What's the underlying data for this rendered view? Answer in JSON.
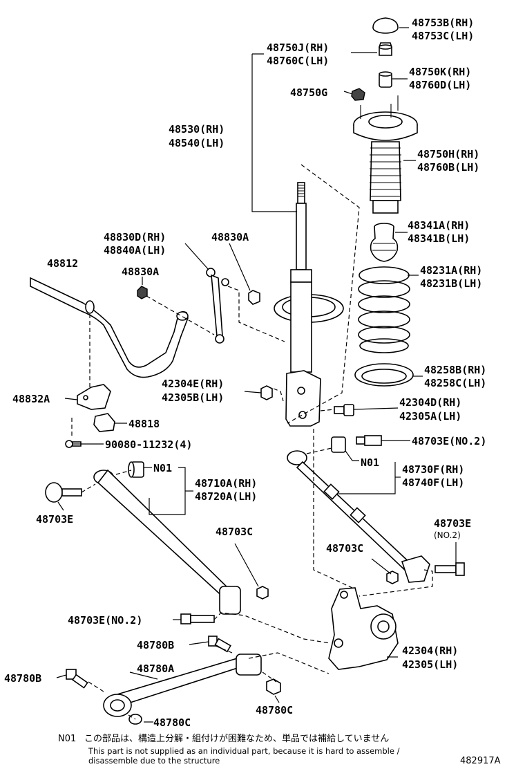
{
  "labels": {
    "p48753": [
      "48753B(RH)",
      "48753C(LH)"
    ],
    "p48750j": [
      "48750J(RH)",
      "48760C(LH)"
    ],
    "p48750k": [
      "48750K(RH)",
      "48760D(LH)"
    ],
    "p48750g": "48750G",
    "p48530": [
      "48530(RH)",
      "48540(LH)"
    ],
    "p48750h": [
      "48750H(RH)",
      "48760B(LH)"
    ],
    "p48341": [
      "48341A(RH)",
      "48341B(LH)"
    ],
    "p48231": [
      "48231A(RH)",
      "48231B(LH)"
    ],
    "p48830d": [
      "48830D(RH)",
      "48840A(LH)"
    ],
    "p48830a_top": "48830A",
    "p48830a_left": "48830A",
    "p48812": "48812",
    "p48258": [
      "48258B(RH)",
      "48258C(LH)"
    ],
    "p42304e": [
      "42304E(RH)",
      "42305B(LH)"
    ],
    "p42304d": [
      "42304D(RH)",
      "42305A(LH)"
    ],
    "p48832": "48832A",
    "p48818": "48818",
    "p90080": "90080-11232(4)",
    "p48703e_no2_top": "48703E(NO.2)",
    "n01_left": "N01",
    "n01_right": "N01",
    "p48710": [
      "48710A(RH)",
      "48720A(LH)"
    ],
    "p48730": [
      "48730F(RH)",
      "48740F(LH)"
    ],
    "p48703e_left": "48703E",
    "p48703e_right": "48703E",
    "p48703e_right_sub": "(NO.2)",
    "p48703c_mid": "48703C",
    "p48703c_right": "48703C",
    "p48703e_no2_low": "48703E(NO.2)",
    "p48780b_top": "48780B",
    "p48780b_left": "48780B",
    "p48780a": "48780A",
    "p48780c_left": "48780C",
    "p48780c_right": "48780C",
    "p42304": [
      "42304(RH)",
      "42305(LH)"
    ]
  },
  "footnote": {
    "code": "N01",
    "japanese": "この部品は、構造上分解・組付けが困難なため、単品では補給していません",
    "english_line1": "This part is not supplied as an individual part, because it is hard to assemble /",
    "english_line2": "disassemble due to the structure",
    "diagram_id": "482917A"
  }
}
